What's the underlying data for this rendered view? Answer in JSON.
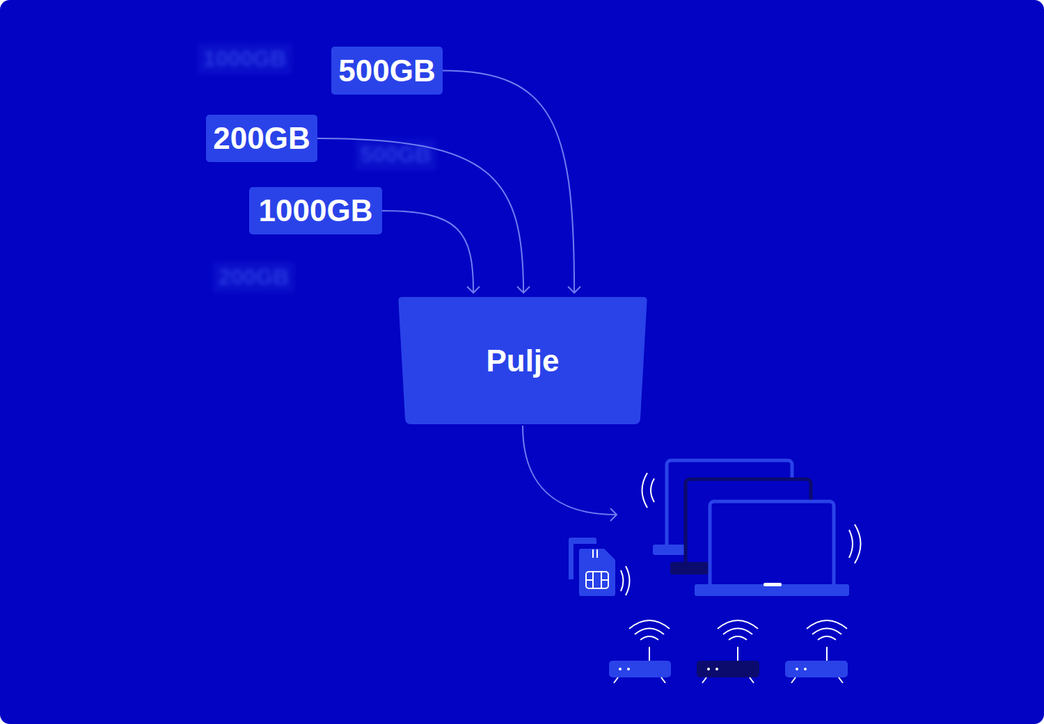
{
  "diagram": {
    "nodes": [
      {
        "text": [
          "500GB"
        ]
      },
      {
        "text": [
          "200GB"
        ]
      },
      {
        "text": [
          "1000GB"
        ]
      },
      {
        "text": [
          "Pulje"
        ]
      }
    ],
    "edges": [
      {
        "from": 0,
        "to": 3,
        "arrow": "to"
      },
      {
        "from": 1,
        "to": 3,
        "arrow": "to"
      },
      {
        "from": 2,
        "to": 3,
        "arrow": "to"
      }
    ],
    "labels": [
      "1000GB",
      "500GB",
      "200GB"
    ]
  }
}
